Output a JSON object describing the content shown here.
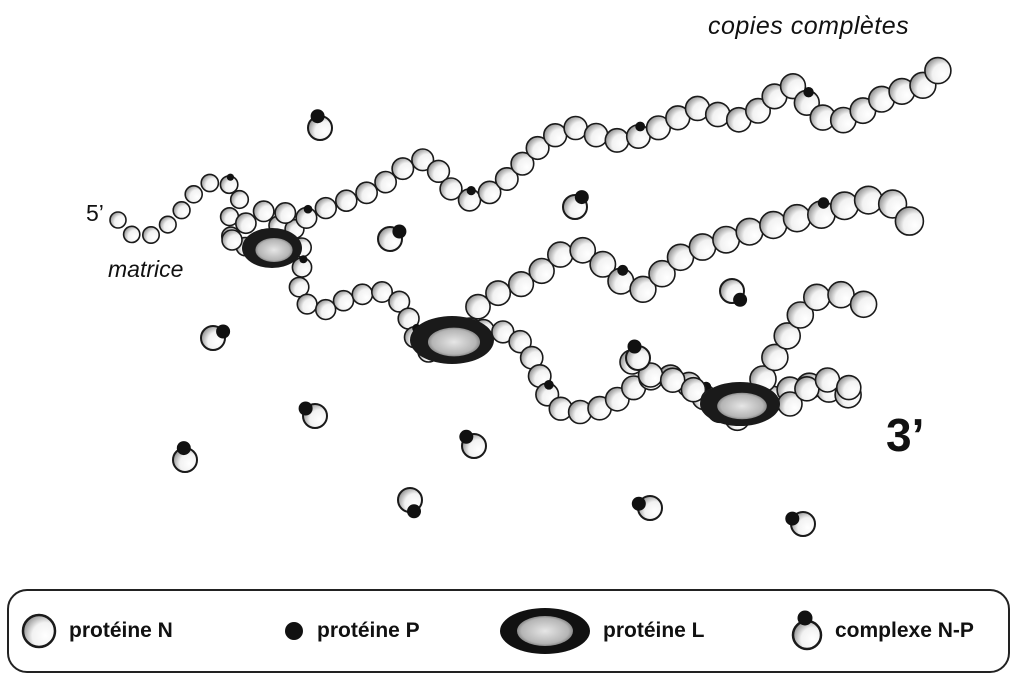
{
  "labels": {
    "copies": "copies complètes",
    "five_prime": "5’",
    "matrice": "matrice",
    "three_prime": "3’"
  },
  "legend": {
    "n": "protéine N",
    "p": "protéine P",
    "l": "protéine L",
    "np": "complexe N-P"
  },
  "colors": {
    "stroke": "#1a1a1a",
    "bead_fill": "#ffffff",
    "bead_shade": "#9a9a9a",
    "p_dot": "#111111",
    "l_core": "#bdbdbd"
  }
}
